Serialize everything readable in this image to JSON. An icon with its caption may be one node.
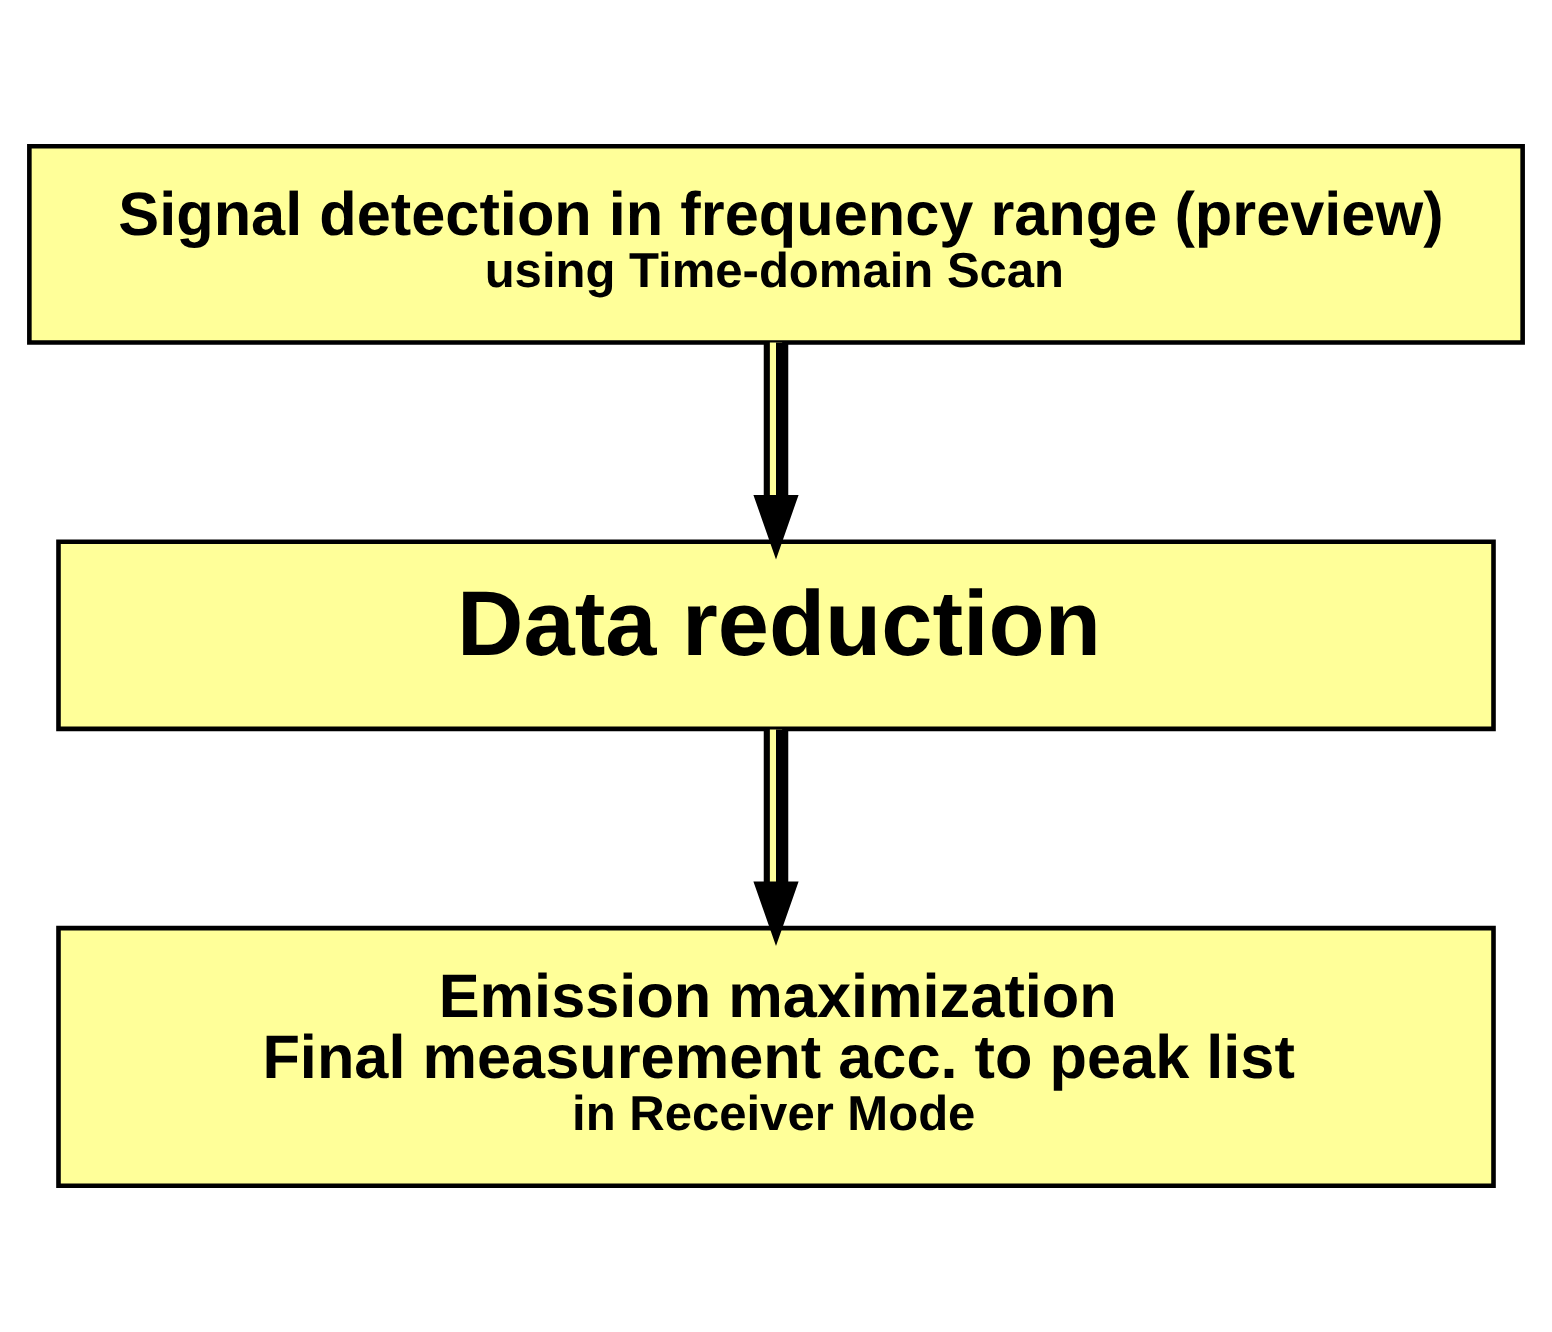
{
  "diagram": {
    "nodes": [
      {
        "text": [
          "Signal detection in frequency range (preview)",
          "using Time-domain Scan"
        ]
      },
      {
        "text": [
          "Data reduction"
        ]
      },
      {
        "text": [
          "Emission maximization",
          "Final measurement acc. to peak list",
          "in Receiver Mode"
        ]
      }
    ],
    "edges": [
      {
        "from": 0,
        "to": 1,
        "arrow": "to"
      },
      {
        "from": 1,
        "to": 2,
        "arrow": "to"
      }
    ]
  }
}
